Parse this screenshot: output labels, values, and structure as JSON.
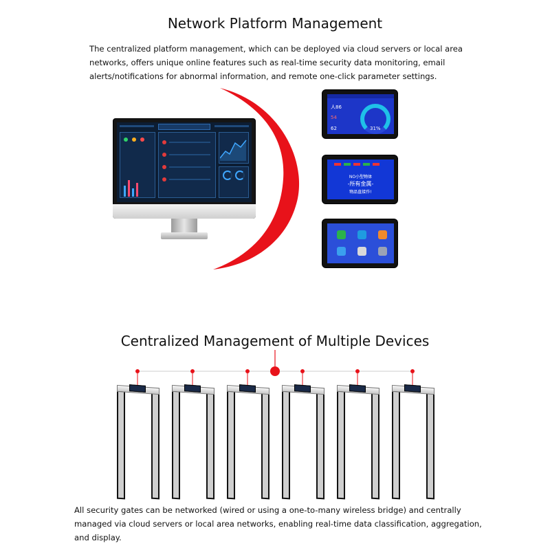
{
  "section1": {
    "title": "Network Platform Management",
    "description": "The centralized platform management, which can be deployed via cloud servers or local area networks, offers unique online features such as real-time security data monitoring, email alerts/notifications for abnormal information, and remote one-click parameter settings."
  },
  "section2": {
    "title": "Centralized Management of Multiple Devices",
    "description": "All security gates can be networked (wired or using a one-to-many wireless bridge) and centrally managed via cloud servers or local area networks, enabling real-time data classification, aggregation, and display."
  },
  "devices": {
    "tablet1": {
      "l1": "人86",
      "l2": "54",
      "l3": "62",
      "pct": "31%"
    },
    "tablet2": {
      "l1": "NO小型物体",
      "l2": "-所有金属-",
      "l3": "物品直接作!"
    }
  },
  "colors": {
    "accent_red": "#e8121a",
    "screen_blue": "#1d36c8",
    "dashboard_bg": "#0c1d33"
  },
  "icons": [
    "monitor-icon",
    "tablet-icon",
    "security-gate-icon"
  ]
}
